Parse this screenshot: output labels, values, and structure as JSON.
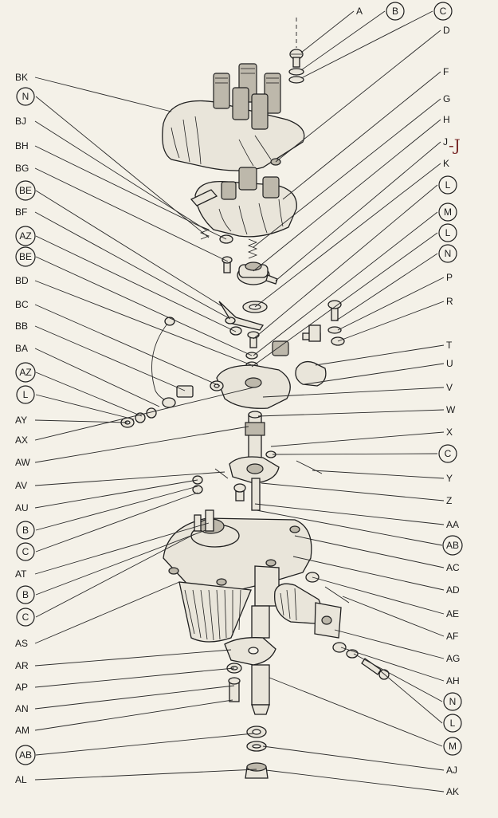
{
  "left_labels": [
    {
      "text": "BK",
      "circled": false
    },
    {
      "text": "N",
      "circled": true
    },
    {
      "text": "BJ",
      "circled": false
    },
    {
      "text": "BH",
      "circled": false
    },
    {
      "text": "BG",
      "circled": false
    },
    {
      "text": "BE",
      "circled": true
    },
    {
      "text": "BF",
      "circled": false
    },
    {
      "text": "AZ",
      "circled": true
    },
    {
      "text": "BE",
      "circled": true
    },
    {
      "text": "BD",
      "circled": false
    },
    {
      "text": "BC",
      "circled": false
    },
    {
      "text": "BB",
      "circled": false
    },
    {
      "text": "BA",
      "circled": false
    },
    {
      "text": "AZ",
      "circled": true
    },
    {
      "text": "L",
      "circled": true
    },
    {
      "text": "AY",
      "circled": false
    },
    {
      "text": "AX",
      "circled": false
    },
    {
      "text": "AW",
      "circled": false
    },
    {
      "text": "AV",
      "circled": false
    },
    {
      "text": "AU",
      "circled": false
    },
    {
      "text": "B",
      "circled": true
    },
    {
      "text": "C",
      "circled": true
    },
    {
      "text": "AT",
      "circled": false
    },
    {
      "text": "B",
      "circled": true
    },
    {
      "text": "C",
      "circled": true
    },
    {
      "text": "AS",
      "circled": false
    },
    {
      "text": "AR",
      "circled": false
    },
    {
      "text": "AP",
      "circled": false
    },
    {
      "text": "AN",
      "circled": false
    },
    {
      "text": "AM",
      "circled": false
    },
    {
      "text": "AB",
      "circled": true
    },
    {
      "text": "AL",
      "circled": false
    }
  ],
  "right_labels": [
    {
      "text": "A",
      "circled": false
    },
    {
      "text": "B",
      "circled": true
    },
    {
      "text": "C",
      "circled": true
    },
    {
      "text": "D",
      "circled": false
    },
    {
      "text": "F",
      "circled": false
    },
    {
      "text": "G",
      "circled": false
    },
    {
      "text": "H",
      "circled": false
    },
    {
      "text": "J",
      "circled": false
    },
    {
      "text": "K",
      "circled": false
    },
    {
      "text": "L",
      "circled": true
    },
    {
      "text": "M",
      "circled": true
    },
    {
      "text": "L",
      "circled": true
    },
    {
      "text": "N",
      "circled": true
    },
    {
      "text": "P",
      "circled": false
    },
    {
      "text": "R",
      "circled": false
    },
    {
      "text": "T",
      "circled": false
    },
    {
      "text": "U",
      "circled": false
    },
    {
      "text": "V",
      "circled": false
    },
    {
      "text": "W",
      "circled": false
    },
    {
      "text": "X",
      "circled": false
    },
    {
      "text": "C",
      "circled": true
    },
    {
      "text": "Y",
      "circled": false
    },
    {
      "text": "Z",
      "circled": false
    },
    {
      "text": "AA",
      "circled": false
    },
    {
      "text": "AB",
      "circled": true
    },
    {
      "text": "AC",
      "circled": false
    },
    {
      "text": "AD",
      "circled": false
    },
    {
      "text": "AE",
      "circled": false
    },
    {
      "text": "AF",
      "circled": false
    },
    {
      "text": "AG",
      "circled": false
    },
    {
      "text": "AH",
      "circled": false
    },
    {
      "text": "N",
      "circled": true
    },
    {
      "text": "L",
      "circled": true
    },
    {
      "text": "M",
      "circled": true
    },
    {
      "text": "AJ",
      "circled": false
    },
    {
      "text": "AK",
      "circled": false
    }
  ],
  "handwritten_note": "-J"
}
